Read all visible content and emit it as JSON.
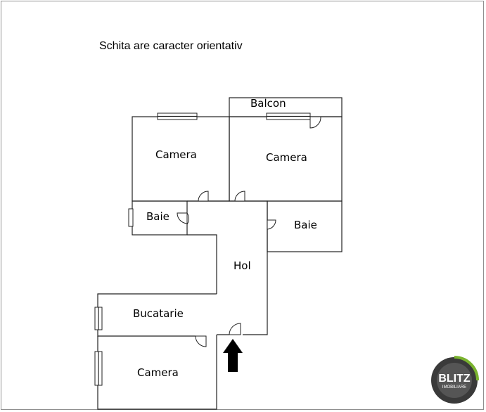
{
  "note": "Schita are caracter orientativ",
  "rooms": {
    "balcon": "Balcon",
    "camera_top_left": "Camera",
    "camera_top_right": "Camera",
    "baie_left": "Baie",
    "baie_right": "Baie",
    "hol": "Hol",
    "bucatarie": "Bucatarie",
    "camera_bottom": "Camera"
  },
  "logo": {
    "brand": "BLITZ",
    "sub": "IMOBILIARE",
    "colors": {
      "ring": "#3a3a3a",
      "accent": "#7ab32e",
      "text": "#ffffff"
    }
  },
  "icons": {
    "entrance": "entrance-arrow-icon"
  }
}
